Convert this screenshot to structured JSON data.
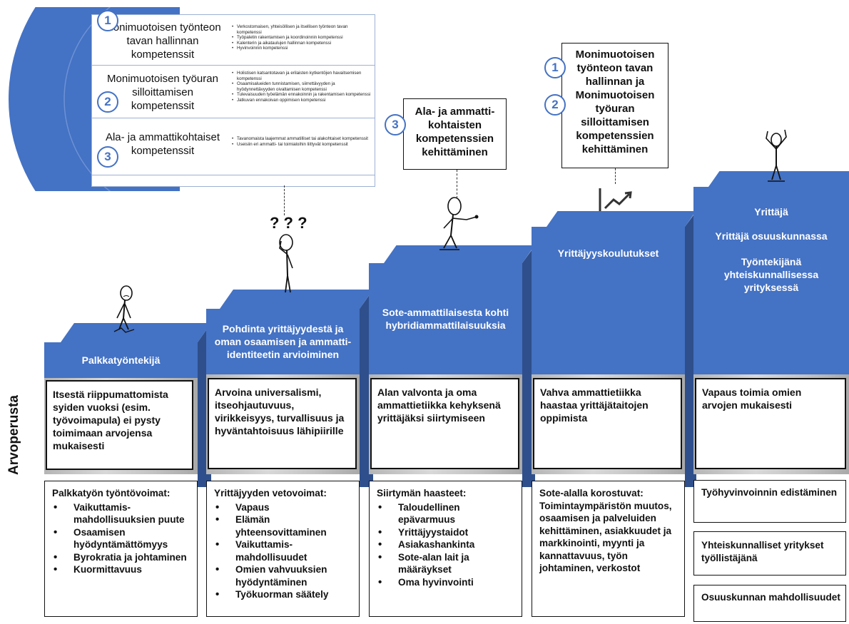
{
  "competence_panel": {
    "items": [
      {
        "number": "1",
        "title": "Monimuotoisen työnteon tavan hallinnan kompetenssit",
        "bullets": [
          "Verkostomaisen, yhteisöllisen ja itsellisen työnteon tavan kompetenssi",
          "Työpaletin rakentamisen ja koordinoinnin kompetenssi",
          "Kalenterin ja aikataulujen hallinnan kompetenssi",
          "Hyvinvoinnin kompetenssi"
        ]
      },
      {
        "number": "2",
        "title": "Monimuotoisen työuran silloittamisen kompetenssit",
        "bullets": [
          "Holistisen katsantotavan ja erilaisten kytkentöjen havaitsemisen kompetenssi",
          "Osaamisalueiden tunnistamisen, siirrettävyyden ja hyödynnettävyyden oivaltamisen kompetenssi",
          "Tulevaisuuden työelämän ennakoinnin ja rakentamisen kompetenssi",
          "Jatkuvan ennakoivan oppimisen kompetenssi"
        ]
      },
      {
        "number": "3",
        "title": "Ala- ja ammattikohtaiset kompetenssit",
        "bullets": [
          "Tavanomaista laajemmat ammatilliset tai alakohtaiset kompetenssit",
          "Useisiin eri ammatti- tai toimialoihin liittyvät kompetenssit"
        ]
      }
    ]
  },
  "callouts": {
    "ala": {
      "number": "3",
      "text": "Ala- ja ammatti-kohtaisten kompetenssien kehittäminen"
    },
    "monimuotoisen": {
      "number1": "1",
      "number2": "2",
      "text": "Monimuotoisen työnteon tavan hallinnan ja Monimuotoisen työuran silloittamisen kompetenssien kehittäminen"
    }
  },
  "confused_marks": "? ? ?",
  "side_label": "Arvoperusta",
  "pillars": [
    {
      "title": "Palkkatyöntekijä",
      "value": "Itsestä riippumattomista syiden vuoksi (esim. työvoimapula) ei pysty toimimaan arvojensa mukaisesti",
      "bottom_heading": "Palkkatyön työntövoimat:",
      "bottom_items": [
        "Vaikuttamis-mahdollisuuksien puute",
        "Osaamisen hyödyntämättömyys",
        "Byrokratia ja johtaminen",
        "Kuormittavuus"
      ]
    },
    {
      "title": "Pohdinta yrittäjyydestä ja oman osaamisen ja ammatti-identiteetin arvioiminen",
      "value": "Arvoina universalismi, itseohjautuvuus, virikkeisyys, turvallisuus ja hyväntahtoisuus lähipiirille",
      "bottom_heading": "Yrittäjyyden vetovoimat:",
      "bottom_items": [
        "Vapaus",
        "Elämän yhteensovittaminen",
        "Vaikuttamis-mahdollisuudet",
        "Omien vahvuuksien hyödyntäminen",
        "Työkuorman säätely"
      ]
    },
    {
      "title": "Sote-ammattilaisesta kohti hybridiammattilaisuuksia",
      "value": "Alan valvonta ja oma ammattietiikka kehyksenä yrittäjäksi siirtymiseen",
      "bottom_heading": "Siirtymän haasteet:",
      "bottom_items": [
        "Taloudellinen epävarmuus",
        "Yrittäjyystaidot",
        "Asiakashankinta",
        "Sote-alan lait ja määräykset",
        "Oma hyvinvointi"
      ]
    },
    {
      "title": "Yrittäjyyskoulutukset",
      "value": "Vahva ammattietiikka haastaa yrittäjätaitojen oppimista",
      "bottom_text": "Sote-alalla korostuvat: Toimintaympäristön muutos, osaamisen ja palveluiden kehittäminen, asiakkuudet ja markkinointi, myynti ja kannattavuus, työn johtaminen, verkostot"
    },
    {
      "title_lines": [
        "Yrittäjä",
        "Yrittäjä osuuskunnassa",
        "Työntekijänä yhteiskunnallisessa yrityksessä"
      ],
      "value": "Vapaus toimia omien arvojen mukaisesti",
      "bottom_boxes": [
        "Työhyvinvoinnin edistäminen",
        "Yhteiskunnalliset yritykset työllistäjänä",
        "Osuuskunnan mahdollisuudet"
      ]
    }
  ],
  "colors": {
    "accent": "#4472c4",
    "dark_blue": "#2e4f8c",
    "stone": "#c4c4c4"
  },
  "icons": [
    "growth-chart-icon",
    "stick-figure-sad",
    "stick-figure-thinking",
    "stick-figure-walking",
    "stick-figure-cheering"
  ]
}
